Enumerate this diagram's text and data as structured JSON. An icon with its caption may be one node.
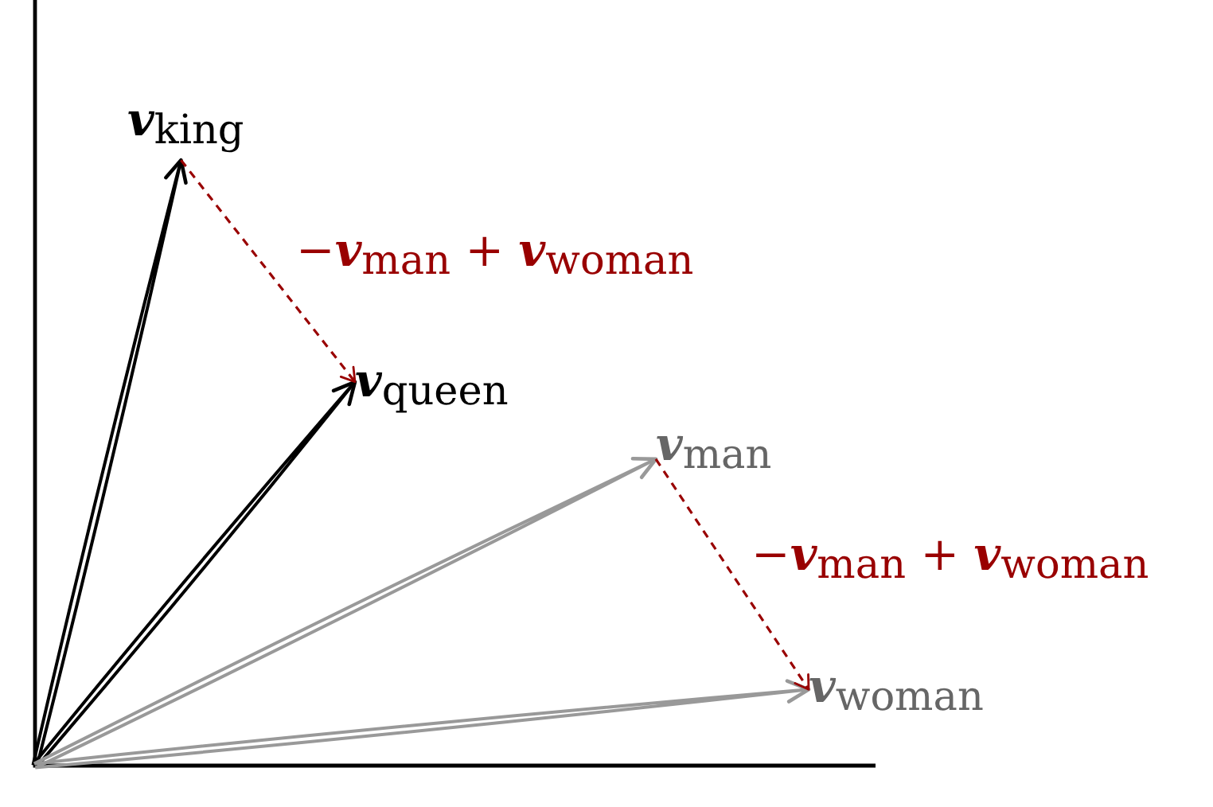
{
  "diagram": {
    "nodes": [
      {
        "text": [
          "**v**$_{king}$"
        ]
      },
      {
        "text": [
          "**v**$_{queen}$"
        ]
      },
      {
        "text": [
          "**v**$_{man}$"
        ]
      },
      {
        "text": [
          "**v**$_{woman}$"
        ]
      }
    ],
    "edges": [
      {
        "from": null,
        "to": 0,
        "arrow": "to"
      },
      {
        "from": null,
        "to": 1,
        "arrow": "to"
      },
      {
        "from": null,
        "to": 2,
        "arrow": "to",
        "color": "#999999"
      },
      {
        "from": null,
        "to": 3,
        "arrow": "to",
        "color": "#999999"
      },
      {
        "from": 0,
        "to": 1,
        "arrow": "to",
        "style": "dashed",
        "color": "#990000",
        "label": "−**v**$_{man}$ + **v**$_{woman}$"
      },
      {
        "from": 2,
        "to": 3,
        "arrow": "to",
        "style": "dashed",
        "color": "#990000",
        "label": "−**v**$_{man}$ + **v**$_{woman}$"
      }
    ]
  }
}
